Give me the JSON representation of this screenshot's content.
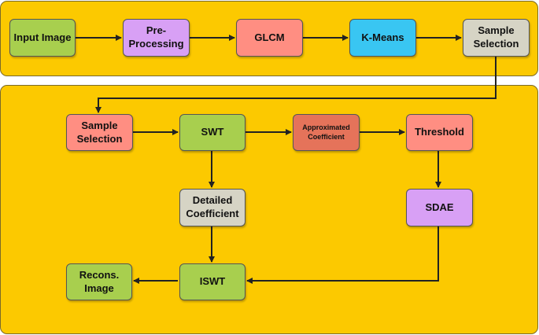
{
  "colors": {
    "panel": "#fcc900",
    "green": "#a8cf4e",
    "purple": "#d8a0f5",
    "salmon": "#ff8e82",
    "cyan": "#39c6f2",
    "gray": "#d6d4c5",
    "dark_salmon": "#e5735a",
    "arrow": "#222222"
  },
  "top_row": {
    "input_image": "Input Image",
    "pre_processing": "Pre-\nProcessing",
    "glcm": "GLCM",
    "k_means": "K-Means",
    "sample_selection": "Sample\nSelection"
  },
  "bottom": {
    "sample_selection": "Sample\nSelection",
    "swt": "SWT",
    "approximated_coefficient": "Approximated\nCoefficient",
    "threshold": "Threshold",
    "detailed_coefficient": "Detailed\nCoefficient",
    "sdae": "SDAE",
    "iswt": "ISWT",
    "recons_image": "Recons.\nImage"
  }
}
